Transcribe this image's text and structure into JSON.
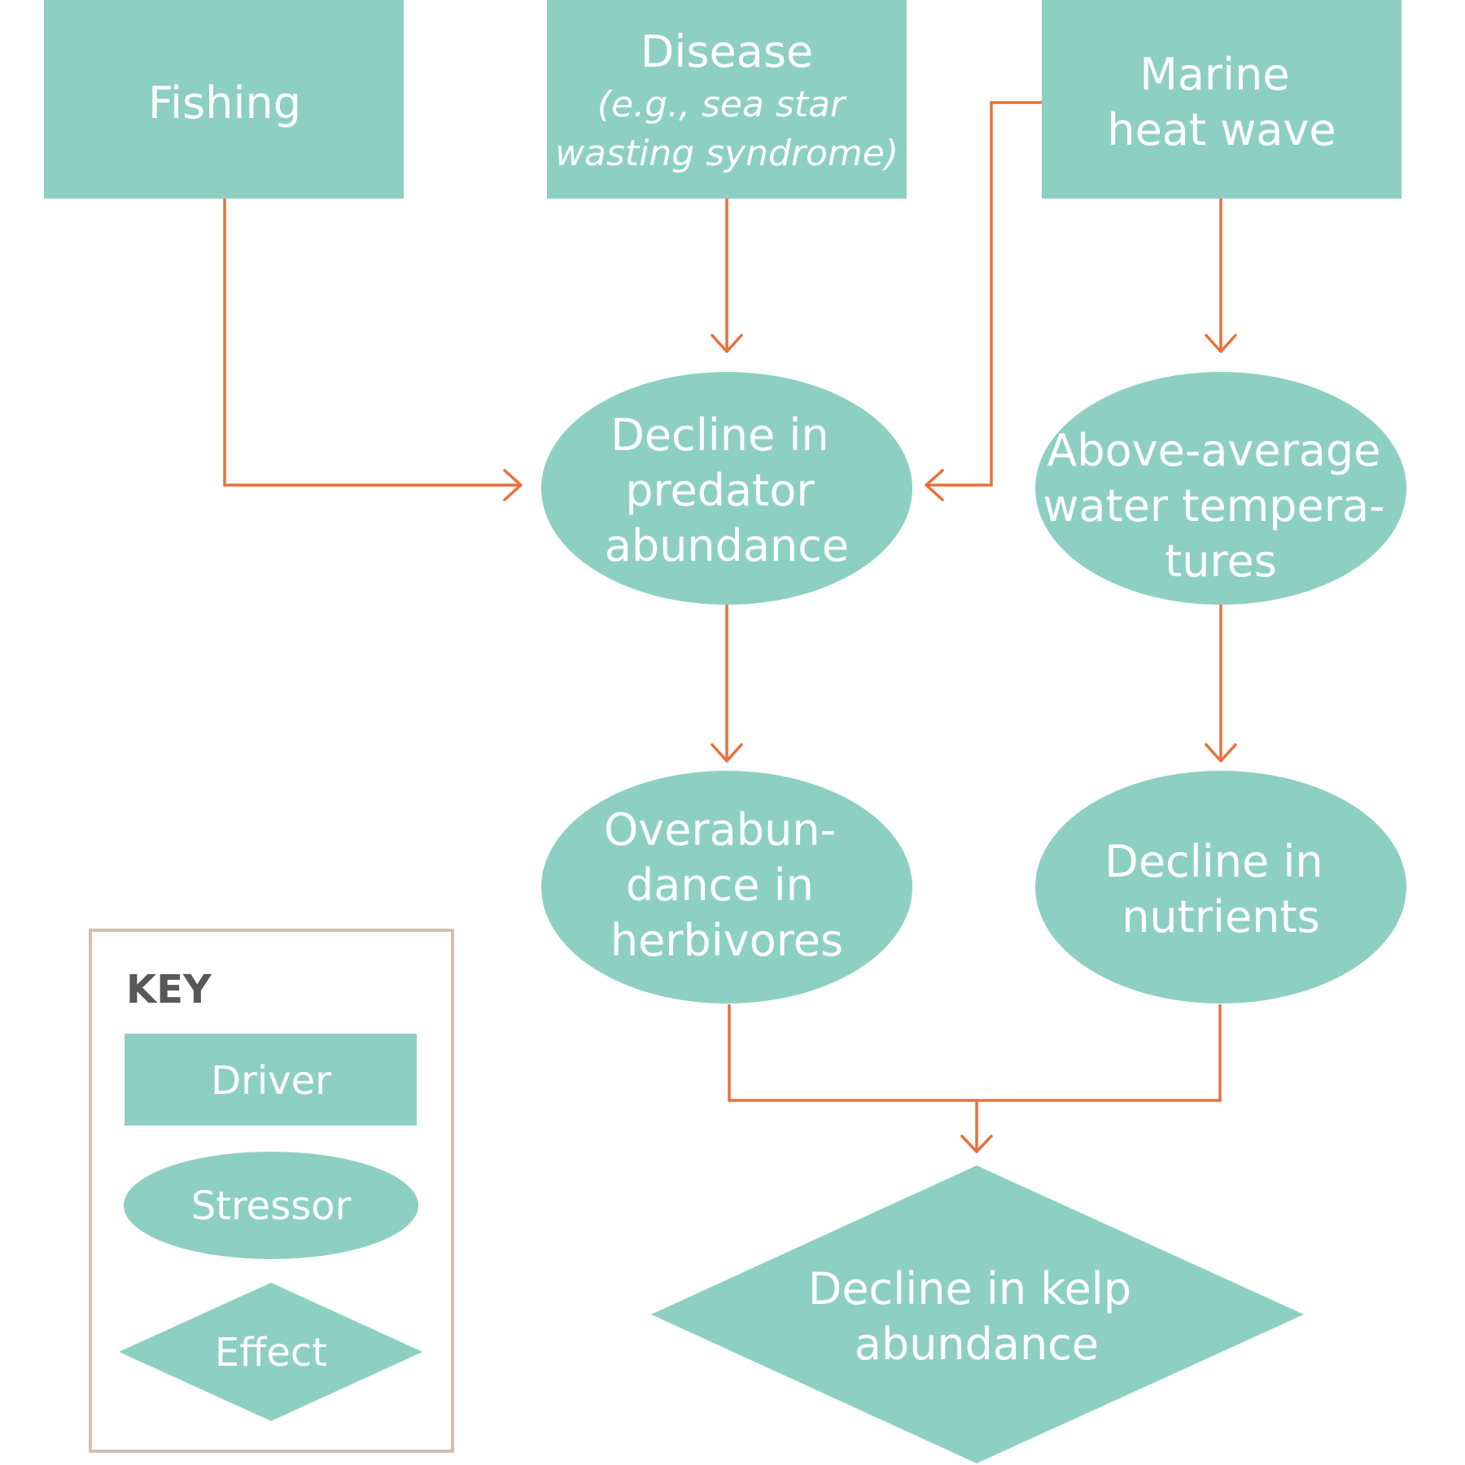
{
  "nodes": {
    "fishing": {
      "lines": [
        "Fishing"
      ],
      "kind": "driver"
    },
    "disease": {
      "lines": [
        "Disease"
      ],
      "sub_lines": [
        "(e.g., sea star",
        "wasting syndrome)"
      ],
      "kind": "driver"
    },
    "marine_heat_wave": {
      "lines": [
        "Marine",
        "heat wave"
      ],
      "kind": "driver"
    },
    "predator_decline": {
      "lines": [
        "Decline in",
        "predator",
        "abundance"
      ],
      "kind": "stressor"
    },
    "above_average_temps": {
      "lines": [
        "Above-average",
        "water tempera-",
        "tures"
      ],
      "kind": "stressor"
    },
    "herbivore_overabundance": {
      "lines": [
        "Overabun-",
        "dance in",
        "herbivores"
      ],
      "kind": "stressor"
    },
    "nutrient_decline": {
      "lines": [
        "Decline in",
        "nutrients"
      ],
      "kind": "stressor"
    },
    "kelp_decline": {
      "lines": [
        "Decline in kelp",
        "abundance"
      ],
      "kind": "effect"
    }
  },
  "edges": [
    {
      "from": "fishing",
      "to": "predator_decline"
    },
    {
      "from": "disease",
      "to": "predator_decline"
    },
    {
      "from": "marine_heat_wave",
      "to": "predator_decline"
    },
    {
      "from": "marine_heat_wave",
      "to": "above_average_temps"
    },
    {
      "from": "predator_decline",
      "to": "herbivore_overabundance"
    },
    {
      "from": "above_average_temps",
      "to": "nutrient_decline"
    },
    {
      "from": "herbivore_overabundance",
      "to": "kelp_decline"
    },
    {
      "from": "nutrient_decline",
      "to": "kelp_decline"
    }
  ],
  "key": {
    "title": "KEY",
    "driver_label": "Driver",
    "stressor_label": "Stressor",
    "effect_label": "Effect"
  },
  "colors": {
    "shape_fill": "#8dd0c2",
    "arrow": "#e8703a",
    "key_border": "#d4bfae",
    "key_title": "#58585a",
    "text": "#ffffff"
  }
}
